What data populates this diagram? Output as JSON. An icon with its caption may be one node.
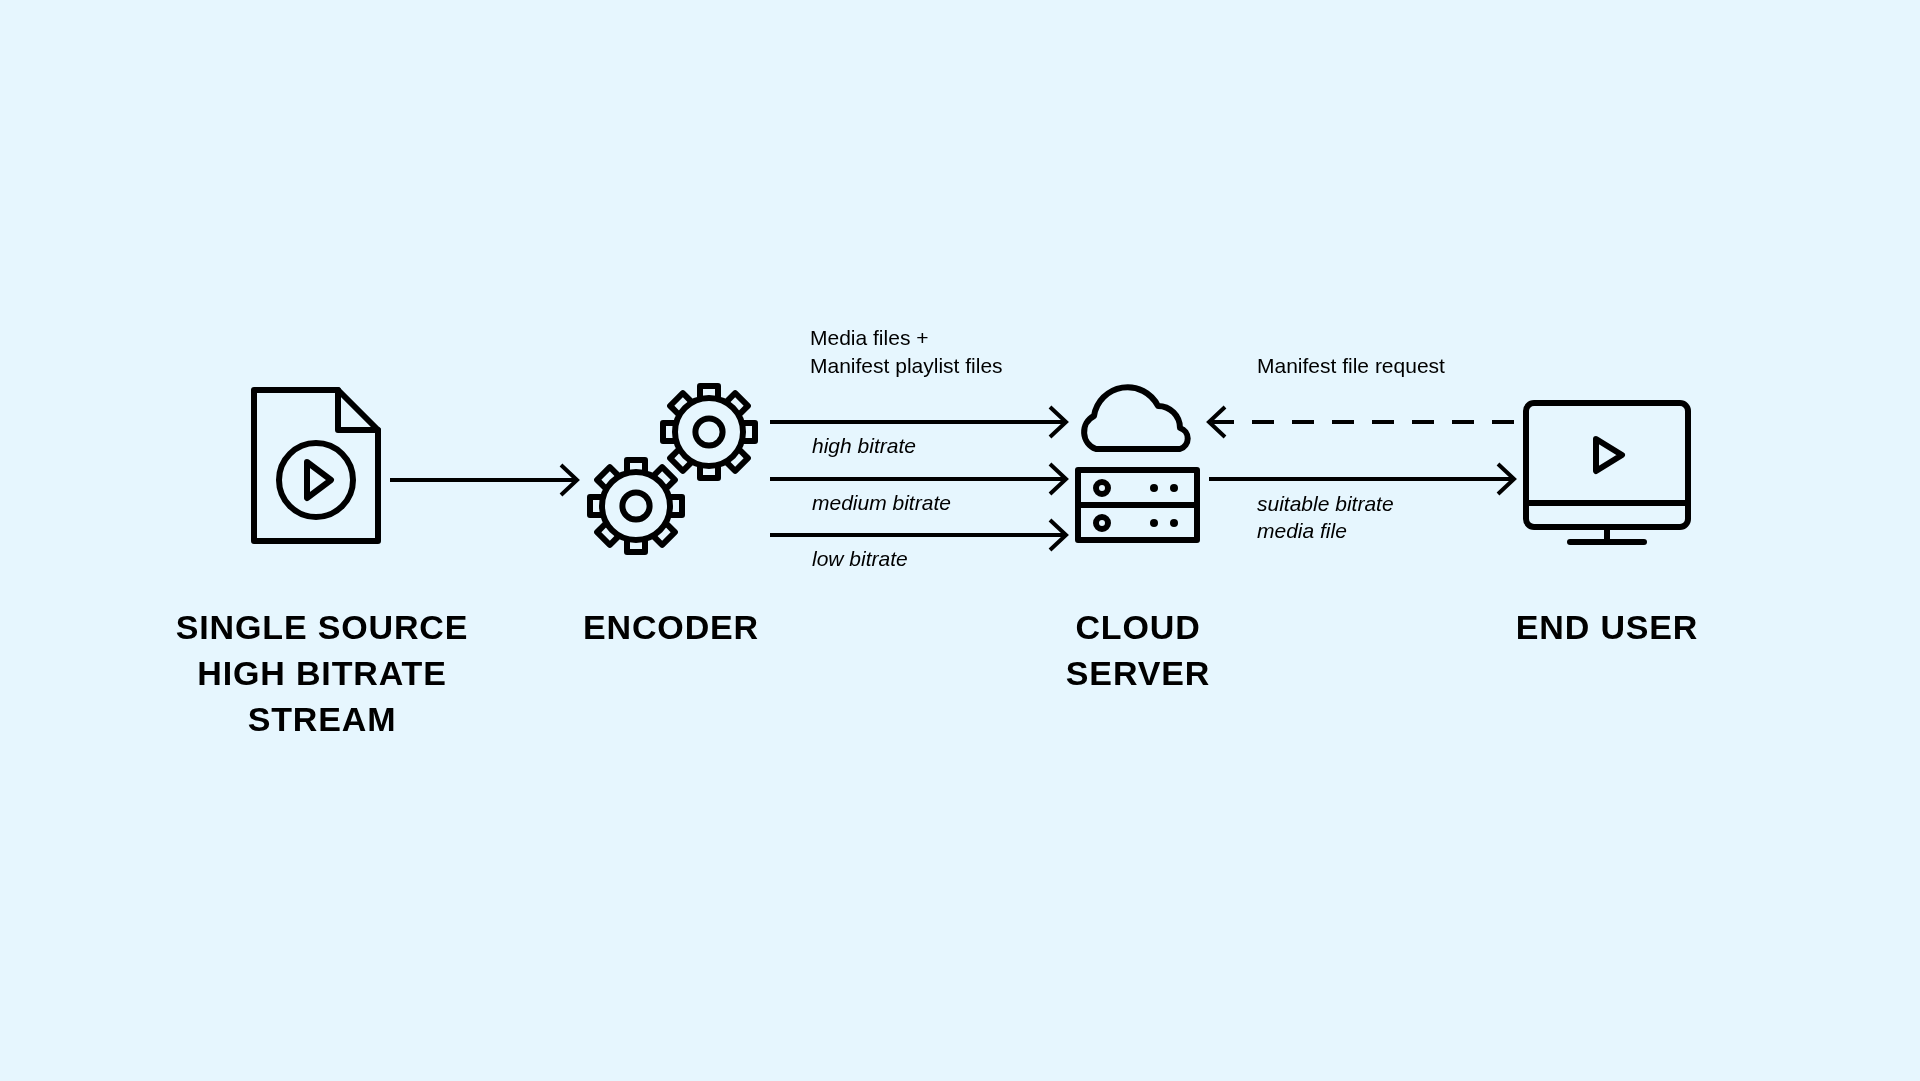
{
  "diagram": {
    "nodes": [
      {
        "text": [],
        "shape": "picture",
        "beside": [
          "SINGLE SOURCE HIGH BITRATE STREAM"
        ]
      },
      {
        "text": [],
        "shape": "picture",
        "beside": [
          "ENCODER"
        ]
      },
      {
        "text": [],
        "shape": "picture",
        "beside": [
          "CLOUD SERVER"
        ]
      },
      {
        "text": [],
        "shape": "picture",
        "beside": [
          "END USER"
        ]
      }
    ],
    "edges": [
      {
        "from": 0,
        "to": 1,
        "arrow": "to"
      },
      {
        "from": 1,
        "to": 2,
        "arrow": "to",
        "label": "high bitrate"
      },
      {
        "from": 1,
        "to": 2,
        "arrow": "to",
        "label": "medium bitrate"
      },
      {
        "from": 1,
        "to": 2,
        "arrow": "to",
        "label": "low bitrate"
      },
      {
        "from": 3,
        "to": 2,
        "arrow": "to",
        "label": "Manifest file request",
        "style": "dashed"
      },
      {
        "from": 2,
        "to": 3,
        "arrow": "to",
        "label": "suitable bitrate media file"
      }
    ],
    "labels": [
      "Media files + Manifest playlist files"
    ]
  }
}
